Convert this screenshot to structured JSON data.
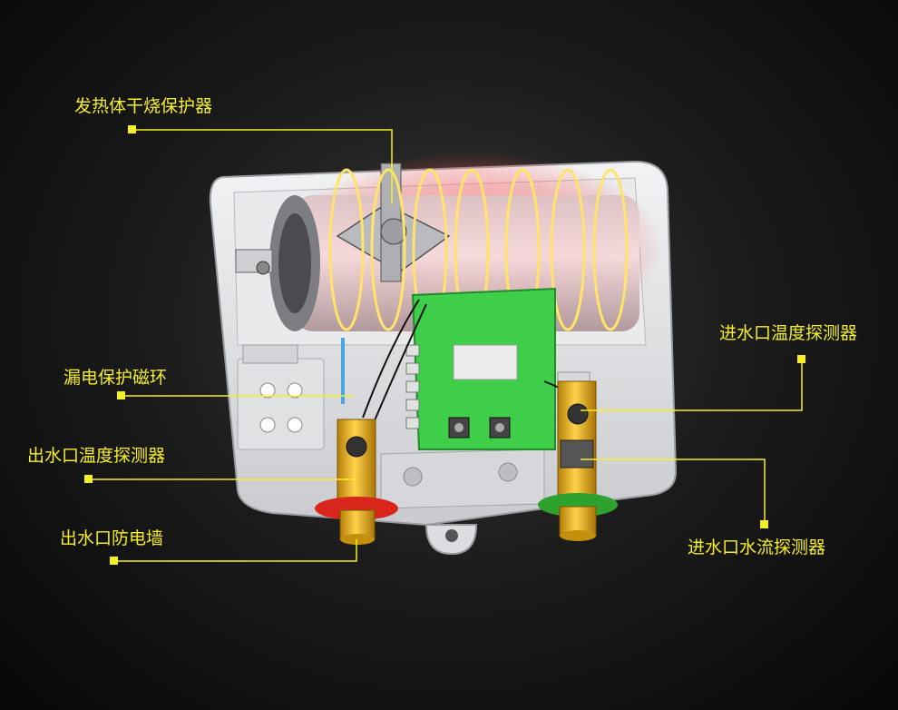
{
  "labels": {
    "heater_dry_burn_protector": "发热体干烧保护器",
    "leakage_protection_ring": "漏电保护磁环",
    "outlet_temp_probe": "出水口温度探测器",
    "outlet_anti_shock_wall": "出水口防电墙",
    "inlet_temp_probe": "进水口温度探测器",
    "inlet_flow_probe": "进水口水流探测器"
  },
  "colors": {
    "callout": "#f5ef2a",
    "background": "#151515",
    "housing": "#e4e6e8",
    "pcb": "#3fce4a",
    "brass": "#e8b21e",
    "outlet_ring": "#d9261c",
    "inlet_ring": "#2fa12f",
    "heating_glow": "#ff6a6a"
  }
}
